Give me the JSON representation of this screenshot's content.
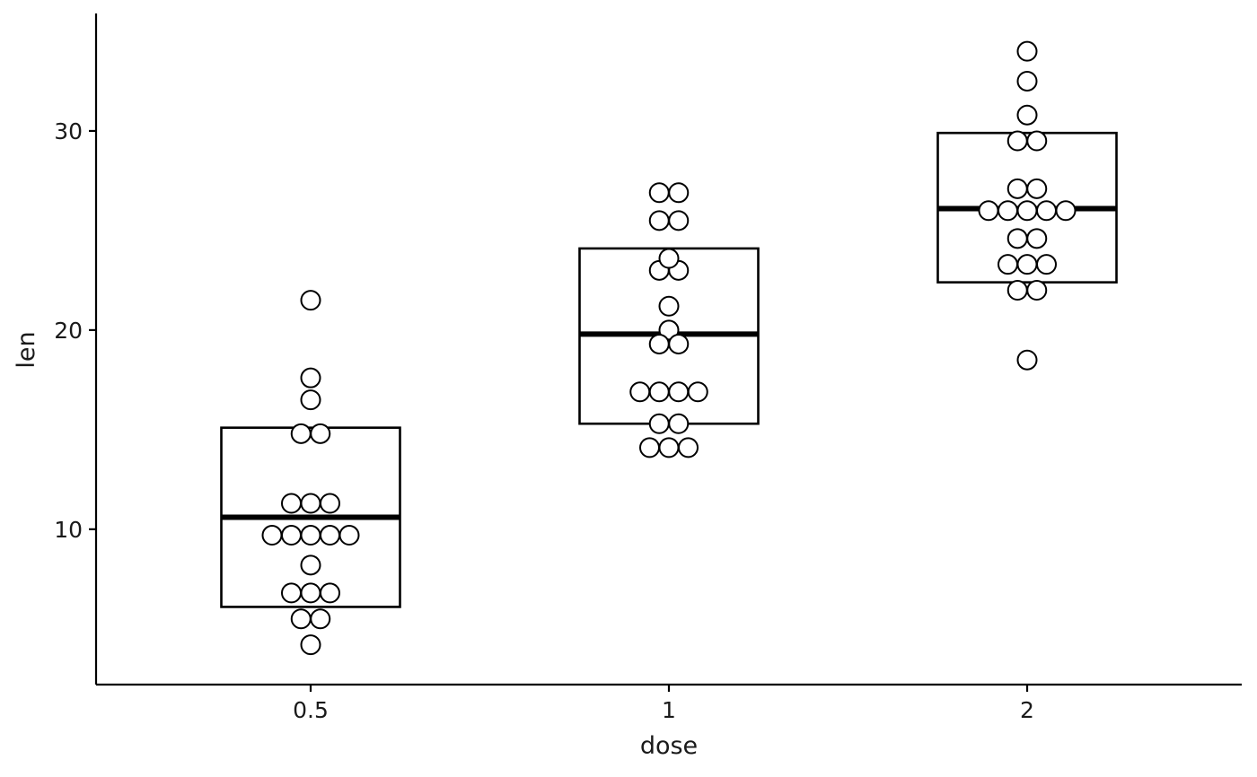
{
  "chart_data": {
    "type": "boxplot",
    "xlabel": "dose",
    "ylabel": "len",
    "categories": [
      "0.5",
      "1",
      "2"
    ],
    "yticks": [
      10,
      20,
      30
    ],
    "ylim": [
      2.2,
      35.9
    ],
    "grid": false,
    "legend": "none",
    "boxes": [
      {
        "category": "0.5",
        "q1": 6.1,
        "median": 10.6,
        "q3": 15.1
      },
      {
        "category": "1",
        "q1": 15.3,
        "median": 19.8,
        "q3": 24.1
      },
      {
        "category": "2",
        "q1": 22.4,
        "median": 26.1,
        "q3": 29.9
      }
    ],
    "points": [
      {
        "category": "0.5",
        "values": [
          4.2,
          5.5,
          5.5,
          6.8,
          6.8,
          6.8,
          8.2,
          9.7,
          9.7,
          9.7,
          9.7,
          9.7,
          11.3,
          11.3,
          11.3,
          14.8,
          14.8,
          16.5,
          17.6,
          21.5
        ]
      },
      {
        "category": "1",
        "values": [
          14.1,
          14.1,
          14.1,
          15.3,
          15.3,
          16.9,
          16.9,
          16.9,
          16.9,
          19.3,
          19.3,
          20.0,
          21.2,
          23.0,
          23.0,
          23.6,
          25.5,
          25.5,
          26.9,
          26.9
        ]
      },
      {
        "category": "2",
        "values": [
          18.5,
          22.0,
          22.0,
          23.3,
          23.3,
          23.3,
          24.6,
          24.6,
          26.0,
          26.0,
          26.0,
          26.0,
          26.0,
          27.1,
          27.1,
          29.5,
          29.5,
          30.8,
          32.5,
          34.0
        ]
      }
    ],
    "colors": {
      "box_fill": "#ffffff",
      "box_stroke": "#000000",
      "point_fill": "#ffffff",
      "point_stroke": "#000000"
    }
  }
}
